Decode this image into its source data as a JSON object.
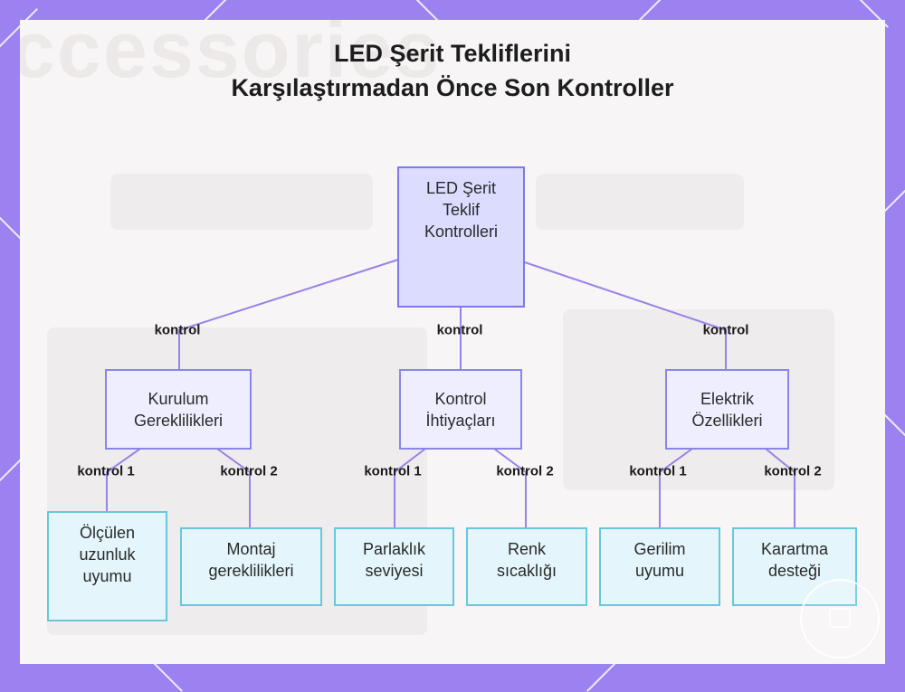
{
  "title": {
    "line1": "LED Şerit Tekliflerini",
    "line2": "Karşılaştırmadan Önce Son Kontroller"
  },
  "colors": {
    "frame": "#9b82f0",
    "root_fill": "#dcdcff",
    "mid_fill": "#eeeeff",
    "leaf_fill": "#e4f6fb",
    "edge": "#9b82e6"
  },
  "nodes": {
    "root": "LED Şerit Teklif Kontrolleri",
    "installation": "Kurulum Gereklilikleri",
    "control": "Kontrol İhtiyaçları",
    "electrical": "Elektrik Özellikleri",
    "length": "Ölçülen uzunluk uyumu",
    "mounting": "Montaj gereklilikleri",
    "brightness": "Parlaklık seviyesi",
    "color_temp": "Renk sıcaklığı",
    "voltage": "Gerilim uyumu",
    "dimming": "Karartma desteği"
  },
  "edge_labels": {
    "root_installation": "kontrol",
    "root_control": "kontrol",
    "root_electrical": "kontrol",
    "installation_length": "kontrol 1",
    "installation_mounting": "kontrol 2",
    "control_brightness": "kontrol 1",
    "control_color_temp": "kontrol 2",
    "electrical_voltage": "kontrol 1",
    "electrical_dimming": "kontrol 2"
  },
  "background_text": "ccessories"
}
